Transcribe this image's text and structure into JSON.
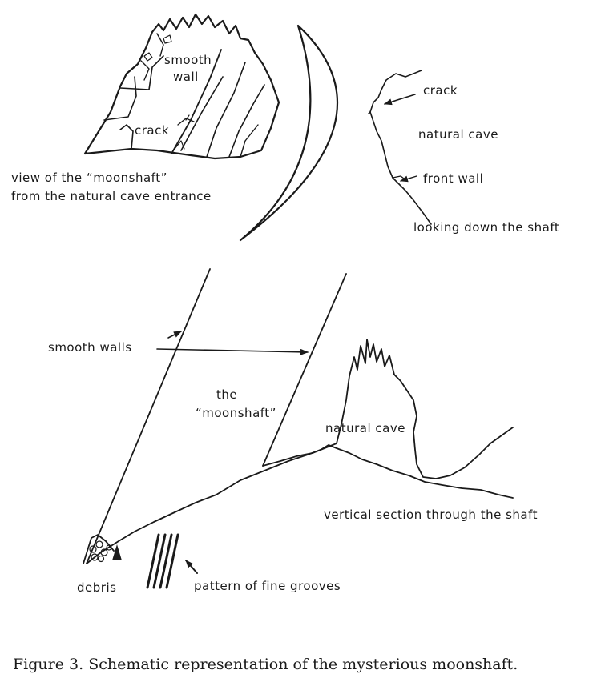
{
  "top_view": {
    "smooth_wall": [
      "smooth",
      "wall"
    ],
    "crack_left": "crack",
    "view_caption": [
      "view of the “moonshaft”",
      "from the natural cave entrance"
    ],
    "crack_right": "crack",
    "natural_cave": "natural cave",
    "front_wall": "front wall",
    "looking_down": "looking down the shaft"
  },
  "section_view": {
    "smooth_walls": "smooth walls",
    "moonshaft": [
      "the",
      "“moonshaft”"
    ],
    "natural_cave": "natural cave",
    "vertical_section": "vertical section through the shaft",
    "debris": "debris",
    "grooves": "pattern of fine grooves"
  },
  "caption": "Figure 3.  Schematic representation of the mysterious moonshaft."
}
